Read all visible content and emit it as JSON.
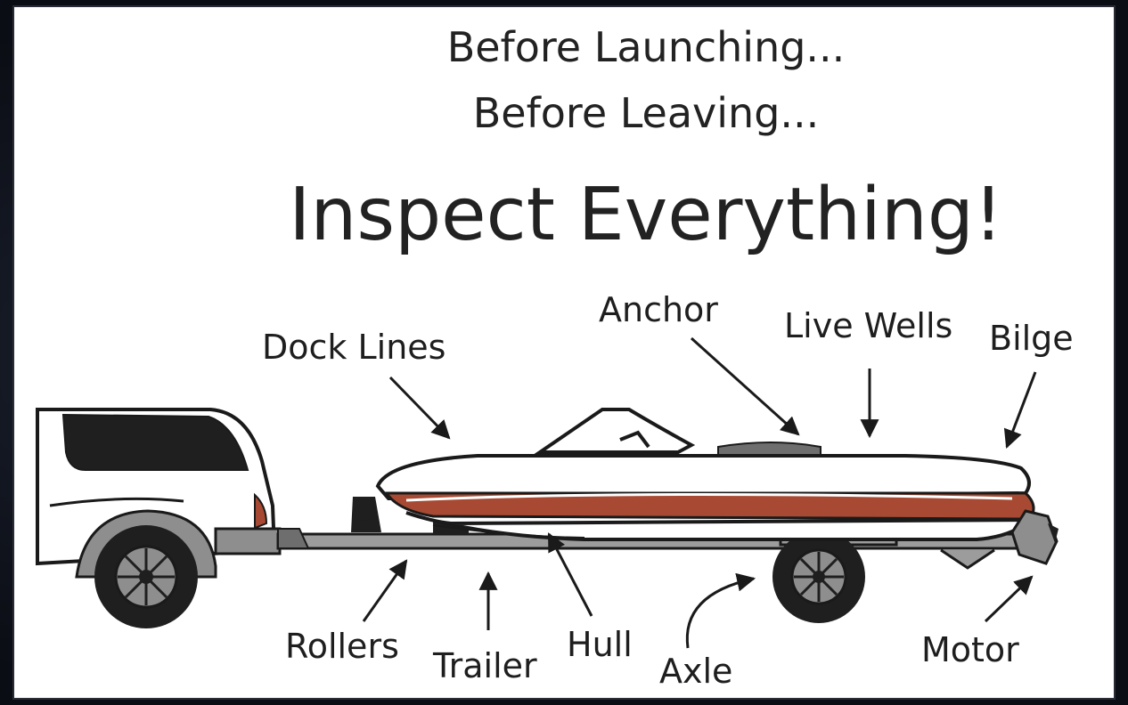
{
  "header": {
    "line1": "Before Launching...",
    "line2": "Before Leaving...",
    "title": "Inspect Everything!"
  },
  "labels": {
    "dock_lines": "Dock Lines",
    "anchor": "Anchor",
    "live_wells": "Live Wells",
    "bilge": "Bilge",
    "rollers": "Rollers",
    "trailer": "Trailer",
    "hull": "Hull",
    "axle": "Axle",
    "motor": "Motor"
  },
  "colors": {
    "hull_stripe": "#a84a33",
    "hull_white": "#ffffff",
    "vehicle_window": "#1f1f1f",
    "frame": "#0d1018"
  }
}
